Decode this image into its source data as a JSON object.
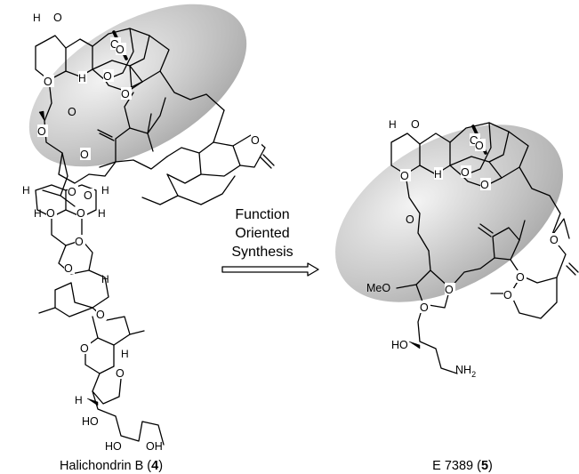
{
  "colors": {
    "ellipse_light": "#f4f4f4",
    "ellipse_dark": "#a9a9a9",
    "ink": "#000000",
    "background": "#ffffff"
  },
  "left_molecule": {
    "caption_name": "Halichondrin B (",
    "caption_number": "4",
    "caption_close": ")",
    "labels": {
      "h_top": "H",
      "o_top_ring": "O",
      "o_ring1": "O",
      "o_bridge": "O",
      "o_bridge2": "O",
      "o_cage": "O",
      "h_mid": "H",
      "o_ring2": "O",
      "o_carbonyl": "O",
      "o_ester": "O",
      "o_ring3": "O",
      "o_ring4": "O",
      "h_a": "H",
      "o_b1": "O",
      "o_b2": "O",
      "h_b": "H",
      "h_c": "H",
      "o_c1": "O",
      "o_c2": "O",
      "h_d": "H",
      "o_d1": "O",
      "o_d2": "O",
      "h_e": "H",
      "o_e1": "O",
      "o_e2": "O",
      "h_f": "H",
      "o_f1": "O",
      "h_g": "H",
      "ho_1": "HO",
      "ho_2": "HO",
      "oh_end": "OH"
    }
  },
  "arrow": {
    "line1": "Function",
    "line2": "Oriented",
    "line3": "Synthesis"
  },
  "right_molecule": {
    "caption_name": "E 7389 (",
    "caption_number": "5",
    "caption_close": ")",
    "labels": {
      "h_top": "H",
      "o_top_ring": "O",
      "o_ring1": "O",
      "o_bridge": "O",
      "o_bridge2": "O",
      "o_cage": "O",
      "h_mid": "H",
      "o_ring2": "O",
      "o_ketone": "O",
      "o_thf": "O",
      "o_ring3": "O",
      "o_ring4": "O",
      "o_ring5": "O",
      "meo": "MeO",
      "o_thf2": "O",
      "ho": "HO",
      "nh2": "NH",
      "nh2_sub": "2"
    }
  }
}
